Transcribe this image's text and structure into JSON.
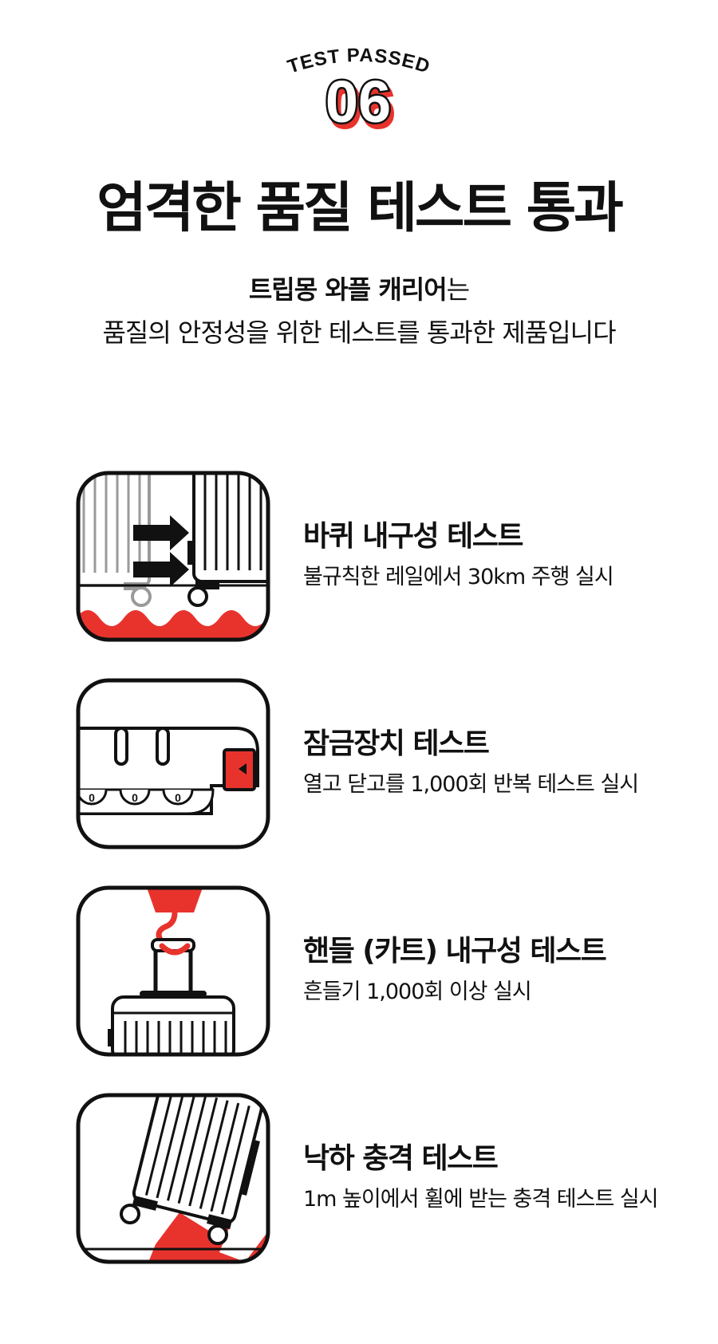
{
  "badge": {
    "label": "TEST PASSED",
    "number": "06"
  },
  "headline": "엄격한 품질 테스트 통과",
  "intro": {
    "product": "트립몽 와플 캐리어",
    "particle": "는",
    "line2": "품질의 안정성을 위한 테스트를 통과한 제품입니다"
  },
  "tests": [
    {
      "title": "바퀴 내구성 테스트",
      "desc": "불규칙한 레일에서 30km 주행 실시",
      "icon": "wheel-test-icon"
    },
    {
      "title": "잠금장치 테스트",
      "desc": "열고 닫고를 1,000회 반복 테스트 실시",
      "icon": "lock-test-icon"
    },
    {
      "title": "핸들 (카트) 내구성 테스트",
      "desc": "흔들기 1,000회 이상 실시",
      "icon": "handle-test-icon"
    },
    {
      "title": "낙하 충격 테스트",
      "desc": "1m 높이에서 휠에 받는 충격 테스트 실시",
      "icon": "drop-test-icon"
    }
  ],
  "colors": {
    "accent": "#e8332d",
    "ink": "#111111",
    "gray": "#9a9a9a"
  }
}
